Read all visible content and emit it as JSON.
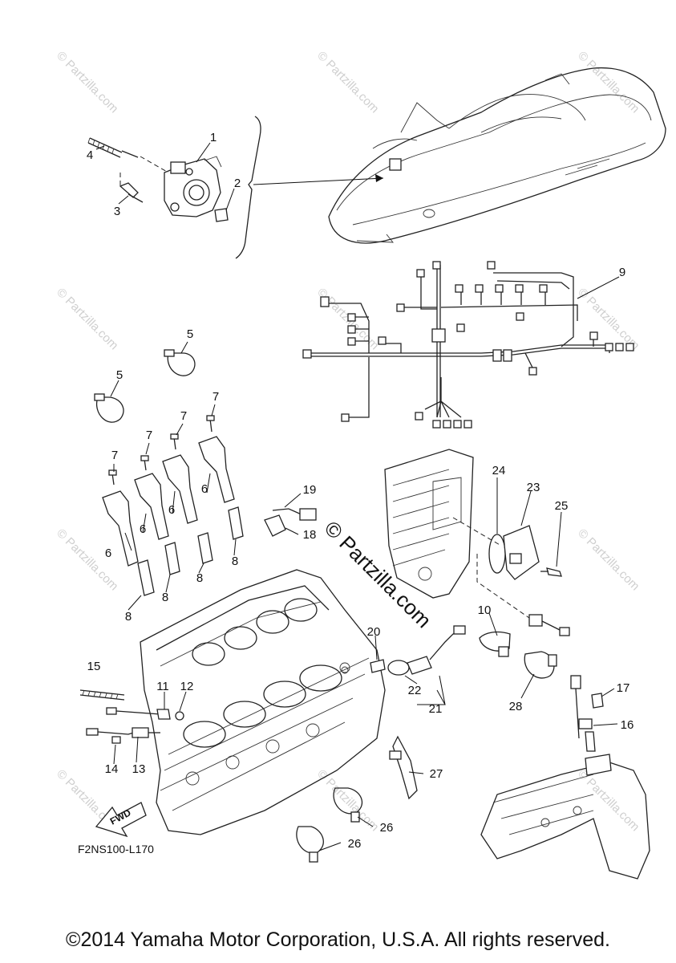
{
  "diagram": {
    "code": "F2NS100-L170",
    "fwd_label": "FWD",
    "watermark": "© Partzilla.com",
    "callouts": [
      "1",
      "2",
      "3",
      "4",
      "5",
      "5",
      "6",
      "6",
      "6",
      "6",
      "7",
      "7",
      "7",
      "7",
      "8",
      "8",
      "8",
      "8",
      "9",
      "10",
      "11",
      "12",
      "13",
      "14",
      "15",
      "16",
      "17",
      "18",
      "19",
      "20",
      "21",
      "22",
      "23",
      "24",
      "25",
      "26",
      "26",
      "27",
      "28"
    ]
  },
  "footer": {
    "copyright": "©2014 Yamaha Motor Corporation, U.S.A. All rights reserved."
  }
}
